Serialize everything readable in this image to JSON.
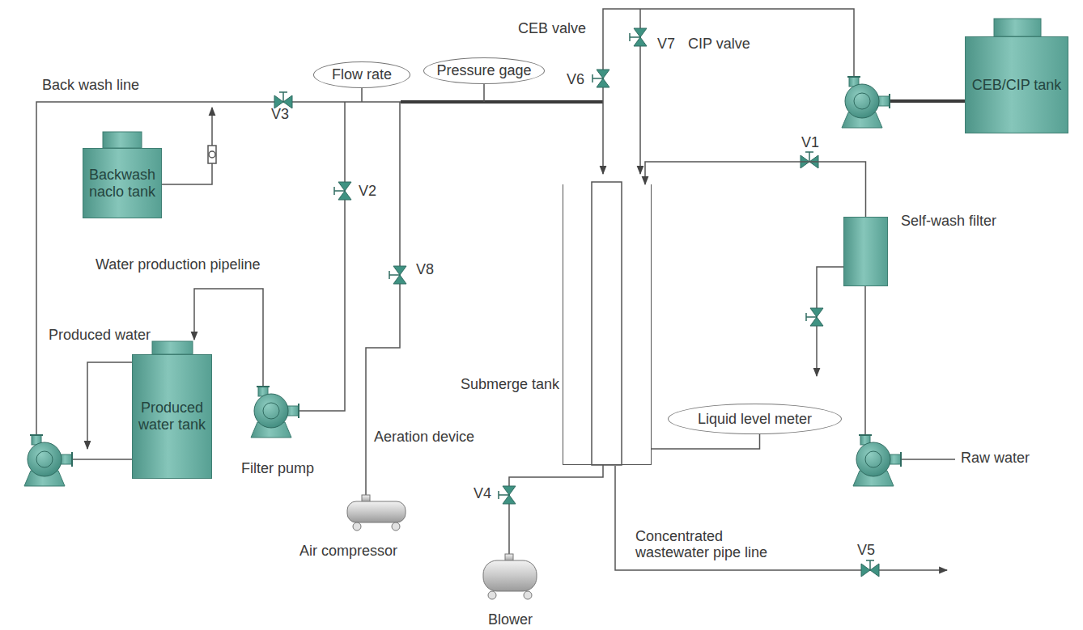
{
  "diagram": {
    "nodes": [
      {
        "text": [
          "Flow rate"
        ]
      },
      {
        "text": [
          "Pressure gage"
        ]
      },
      {
        "text": [
          "CEB/CIP tank"
        ]
      },
      {
        "text": [
          "Backwash naclo tank"
        ]
      },
      {
        "text": [
          "Self-wash filter"
        ]
      },
      {
        "text": [
          "Produced water tank"
        ]
      },
      {
        "text": [
          "Submerge tank"
        ]
      },
      {
        "text": [
          "Liquid level meter"
        ]
      }
    ],
    "edges": [
      {
        "from": 4,
        "to": 6,
        "arrow": "to"
      },
      {
        "from": 7,
        "to": 6,
        "arrow": "none"
      }
    ],
    "labels": [
      "Back wash line",
      "CEB valve",
      "V7",
      "CIP valve",
      "V6",
      "V3",
      "V2",
      "Water production pipeline",
      "V8",
      "V1",
      "Produced water",
      "Filter pump",
      "Aeration device",
      "V4",
      "Air compressor",
      "Blower",
      "Concentrated wastewater pipe line",
      "V5",
      "Raw water"
    ]
  }
}
